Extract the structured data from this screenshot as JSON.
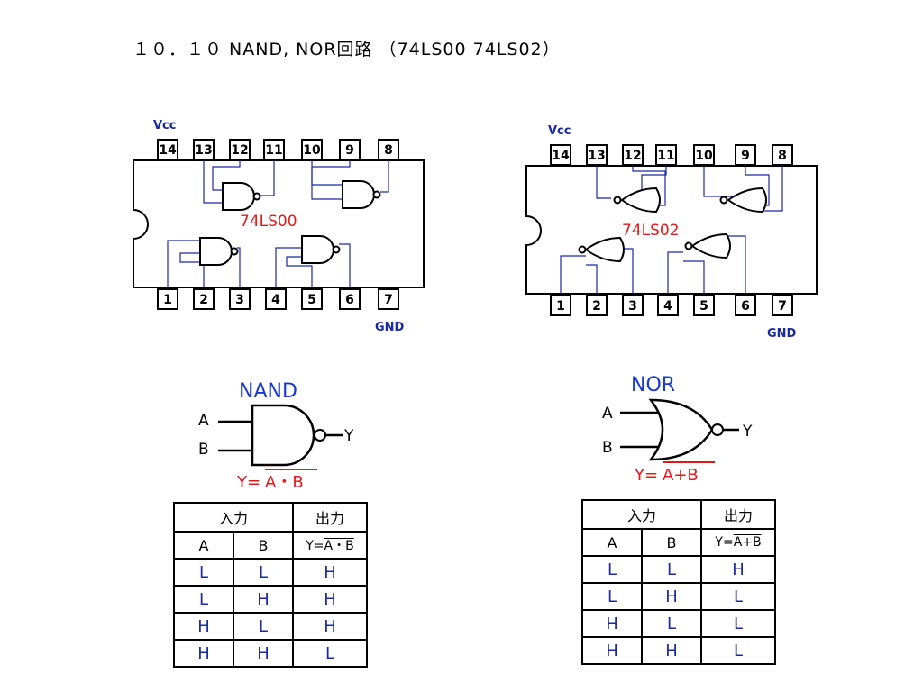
{
  "title": "１０．１０ NAND, NOR回路 （74LS00 74LS02）",
  "chips": {
    "left": {
      "label": "74LS00",
      "vcc": "Vcc",
      "gnd": "GND",
      "top_pins": [
        "14",
        "13",
        "12",
        "11",
        "10",
        "9",
        "8"
      ],
      "bottom_pins": [
        "1",
        "2",
        "3",
        "4",
        "5",
        "6",
        "7"
      ]
    },
    "right": {
      "label": "74LS02",
      "vcc": "Vcc",
      "gnd": "GND",
      "top_pins": [
        "14",
        "13",
        "12",
        "11",
        "10",
        "9",
        "8"
      ],
      "bottom_pins": [
        "1",
        "2",
        "3",
        "4",
        "5",
        "6",
        "7"
      ]
    }
  },
  "nand": {
    "name": "NAND",
    "input_a": "A",
    "input_b": "B",
    "output": "Y",
    "formula_lhs": "Y=",
    "formula_rhs": "A・B",
    "table": {
      "input_header": "入力",
      "output_header": "出力",
      "col_a": "A",
      "col_b": "B",
      "col_y_lhs": "Y=",
      "col_y_rhs": "A・B",
      "rows": [
        [
          "L",
          "L",
          "H"
        ],
        [
          "L",
          "H",
          "H"
        ],
        [
          "H",
          "L",
          "H"
        ],
        [
          "H",
          "H",
          "L"
        ]
      ]
    }
  },
  "nor": {
    "name": "NOR",
    "input_a": "A",
    "input_b": "B",
    "output": "Y",
    "formula_lhs": "Y=",
    "formula_rhs": "A+B",
    "table": {
      "input_header": "入力",
      "output_header": "出力",
      "col_a": "A",
      "col_b": "B",
      "col_y_lhs": "Y=",
      "col_y_rhs": "A+B",
      "rows": [
        [
          "L",
          "L",
          "H"
        ],
        [
          "L",
          "H",
          "L"
        ],
        [
          "H",
          "L",
          "L"
        ],
        [
          "H",
          "H",
          "L"
        ]
      ]
    }
  },
  "colors": {
    "wire": "#1a2aa0",
    "chip_label": "#e01a1a",
    "gate_title": "#1a3ad0",
    "table_value": "#1a2aa0"
  }
}
